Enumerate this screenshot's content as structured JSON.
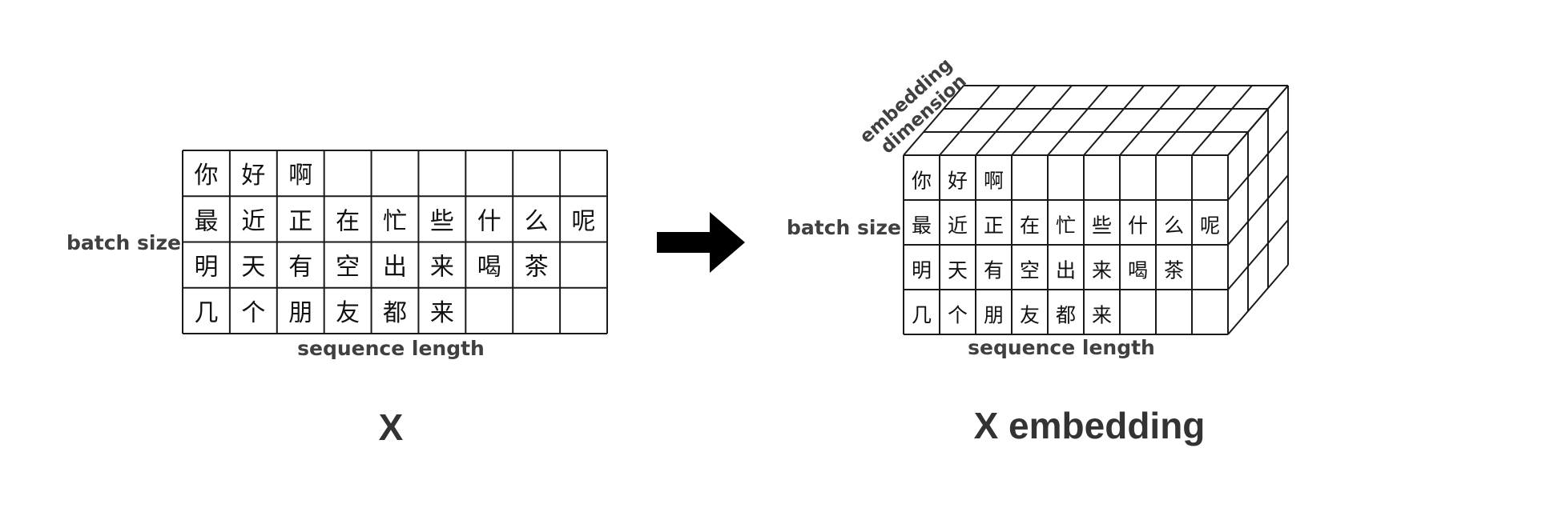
{
  "left_panel": {
    "title": "X",
    "row_axis_label": "batch size",
    "col_axis_label": "sequence length",
    "rows": [
      [
        "你",
        "好",
        "啊",
        "",
        "",
        "",
        "",
        "",
        ""
      ],
      [
        "最",
        "近",
        "正",
        "在",
        "忙",
        "些",
        "什",
        "么",
        "呢"
      ],
      [
        "明",
        "天",
        "有",
        "空",
        "出",
        "来",
        "喝",
        "茶",
        ""
      ],
      [
        "几",
        "个",
        "朋",
        "友",
        "都",
        "来",
        "",
        "",
        ""
      ]
    ]
  },
  "arrow": {
    "direction": "right"
  },
  "right_panel": {
    "title": "X embedding",
    "row_axis_label": "batch size",
    "col_axis_label": "sequence length",
    "depth_axis_label_line1": "embedding",
    "depth_axis_label_line2": "dimension",
    "rows": [
      [
        "你",
        "好",
        "啊",
        "",
        "",
        "",
        "",
        "",
        ""
      ],
      [
        "最",
        "近",
        "正",
        "在",
        "忙",
        "些",
        "什",
        "么",
        "呢"
      ],
      [
        "明",
        "天",
        "有",
        "空",
        "出",
        "来",
        "喝",
        "茶",
        ""
      ],
      [
        "几",
        "个",
        "朋",
        "友",
        "都",
        "来",
        "",
        "",
        ""
      ]
    ]
  },
  "colors": {
    "line": "#1a1a1a",
    "label": "#404040",
    "arrow": "#000000"
  }
}
